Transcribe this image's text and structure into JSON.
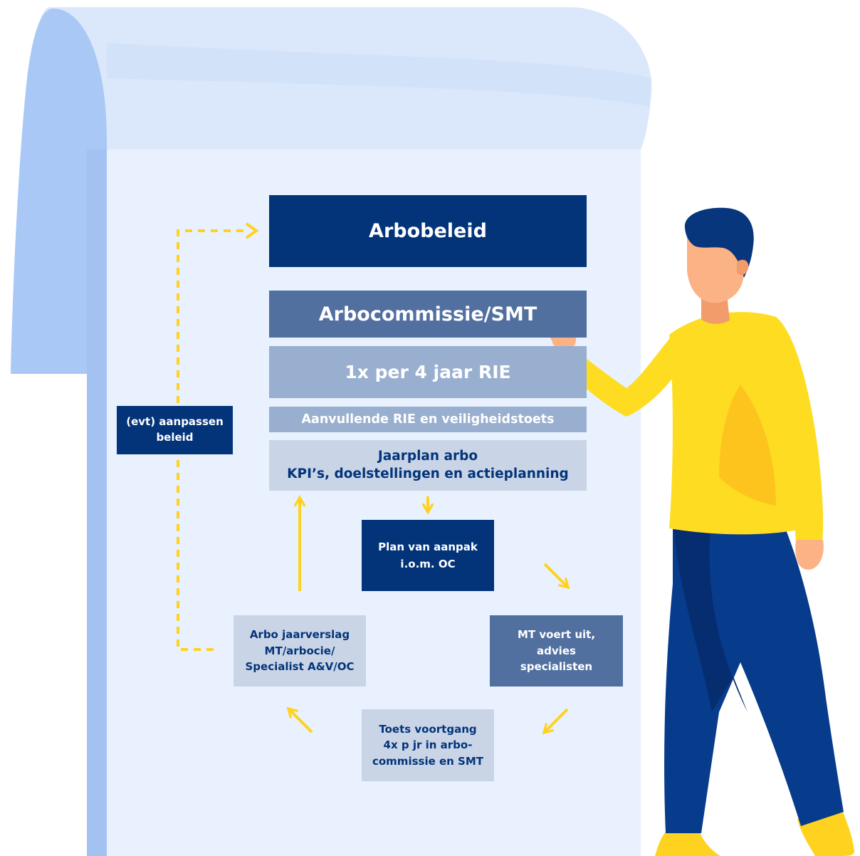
{
  "diagram": {
    "nodes": {
      "arbobeleid": "Arbobeleid",
      "arbocommissie": "Arbocommissie/SMT",
      "rie": "1x per 4 jaar RIE",
      "aanvullende": "Aanvullende RIE en veiligheidstoets",
      "jaarplan": "Jaarplan arbo\nKPI’s, doelstellingen en actieplanning",
      "plan_van_aanpak": "Plan van aanpak\ni.o.m. OC",
      "mt_voert_uit": "MT voert uit,\nadvies\nspecialisten",
      "toets_voortgang": "Toets voortgang\n4x p jr in arbo-\ncommissie en SMT",
      "jaarverslag": "Arbo jaarverslag\nMT/arbocie/\nSpecialist A&V/OC",
      "aanpassen_beleid": "(evt) aanpassen\nbeleid"
    },
    "colors": {
      "dark_blue": "#03347a",
      "mid_blue": "#52709f",
      "light_blue": "#99afcf",
      "pale_blue": "#c9d5e6",
      "arrow_yellow": "#ffd21f",
      "paper": "#e8f1fd",
      "shirt_yellow": "#fedc22",
      "pants_blue": "#073b8c"
    },
    "icons": [
      "scroll-paper-illustration",
      "person-pointing-illustration"
    ]
  }
}
